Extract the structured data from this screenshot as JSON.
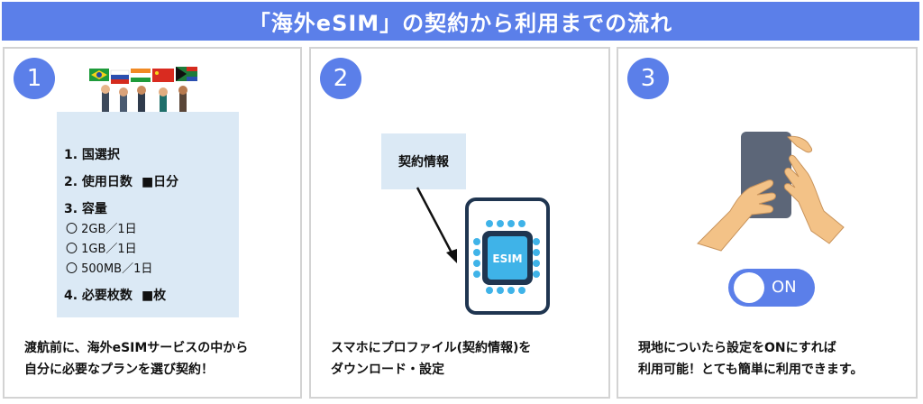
{
  "header": {
    "title": "「海外eSIM」の契約から利用までの流れ"
  },
  "colors": {
    "accent": "#5b7fe9",
    "card": "#dbe9f5"
  },
  "steps": [
    {
      "number": "1",
      "form": {
        "country": "1. 国選択",
        "days": "2. 使用日数",
        "days_value": "■日分",
        "capacity": "3. 容量",
        "options": [
          "〇 2GB／1日",
          "〇 1GB／1日",
          "〇 500MB／1日"
        ],
        "count": "4. 必要枚数",
        "count_value": "■枚"
      },
      "caption": [
        "渡航前に、海外eSIMサービスの中から",
        "自分に必要なプランを選び契約！"
      ]
    },
    {
      "number": "2",
      "box_label": "契約情報",
      "chip_label": "ESIM",
      "caption": [
        "スマホにプロファイル(契約情報)を",
        "ダウンロード・設定"
      ]
    },
    {
      "number": "3",
      "toggle_label": "ON",
      "caption": [
        "現地についたら設定をONにすれば",
        "利用可能！とても簡単に利用できます。"
      ]
    }
  ]
}
